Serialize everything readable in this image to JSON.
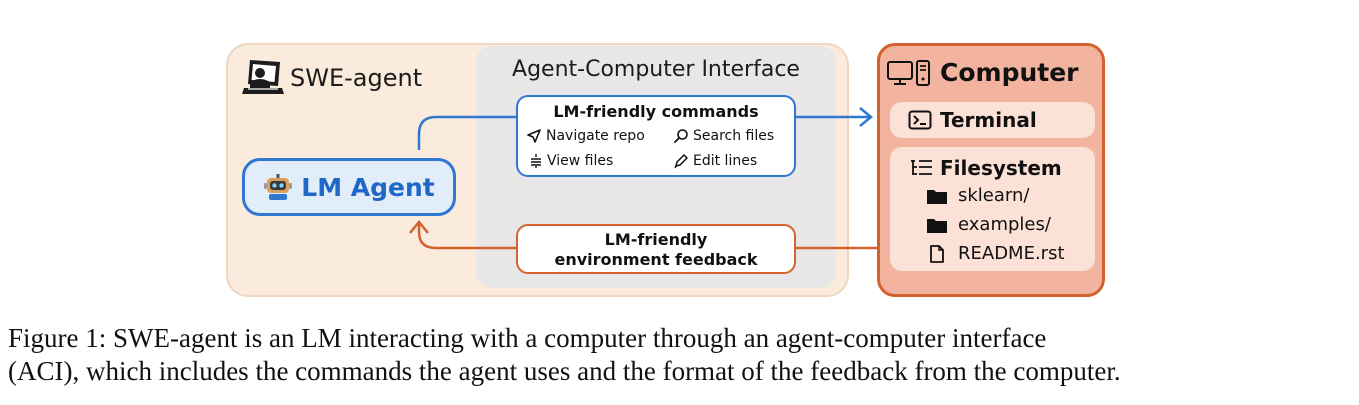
{
  "swe_agent": {
    "title": "SWE-agent",
    "icon": "computer-user-icon"
  },
  "aci": {
    "title": "Agent-Computer Interface"
  },
  "commands": {
    "title": "LM-friendly commands",
    "items": [
      {
        "icon": "navigate-arrow-icon",
        "label": "Navigate repo"
      },
      {
        "icon": "search-icon",
        "label": "Search files"
      },
      {
        "icon": "view-lines-icon",
        "label": "View files"
      },
      {
        "icon": "pencil-icon",
        "label": "Edit lines"
      }
    ]
  },
  "feedback": {
    "line1": "LM-friendly",
    "line2": "environment feedback"
  },
  "lm_agent": {
    "label": "LM Agent",
    "icon": "robot-icon"
  },
  "computer": {
    "title": "Computer",
    "icon": "desktop-computer-icon",
    "terminal": {
      "label": "Terminal",
      "icon": "terminal-icon"
    },
    "filesystem": {
      "label": "Filesystem",
      "icon": "file-tree-icon",
      "items": [
        {
          "type": "folder",
          "name": "sklearn/"
        },
        {
          "type": "folder",
          "name": "examples/"
        },
        {
          "type": "file",
          "name": "README.rst"
        }
      ]
    }
  },
  "colors": {
    "blue": "#2f77d1",
    "orange": "#d2622f",
    "computer_bg": "#f3b49f",
    "agent_bg": "#faebdc"
  },
  "caption": {
    "line1": "Figure 1: SWE-agent is an LM interacting with a computer through an agent-computer interface",
    "line2": "(ACI), which includes the commands the agent uses and the format of the feedback from the computer."
  }
}
